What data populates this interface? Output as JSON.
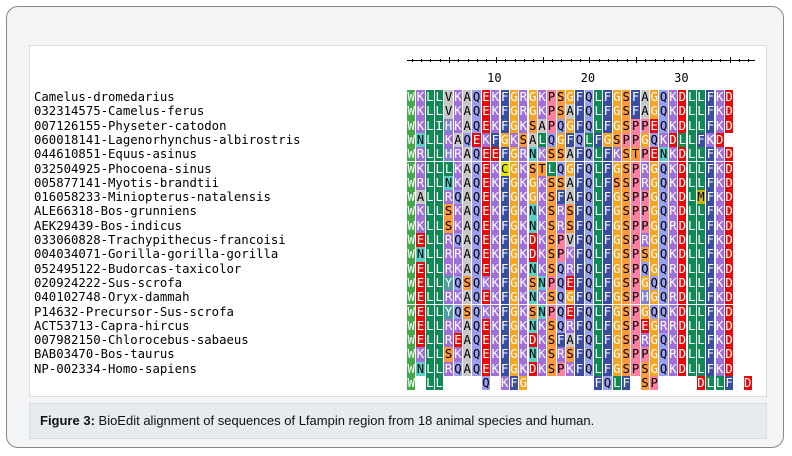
{
  "caption": {
    "label": "Figure 3:",
    "text": " BioEdit alignment of sequences of Lfampin region from 18 animal species and human."
  },
  "ruler": {
    "labels": [
      "10",
      "20",
      "30"
    ]
  },
  "sequences": [
    {
      "name": "Camelus-dromedarius",
      "seq": "WKLLVKAQEKFGRGKPSGFQLFGSFAGQKDLLFKD"
    },
    {
      "name": "032314575-Camelus-ferus",
      "seq": "WKLLVKAQEKFGRGKPSAFQLFGSFAGQKDLLFKD"
    },
    {
      "name": "007126155-Physeter-catodon",
      "seq": "WKLIHKAQEKFGKSAPQGFQLFGSPPEQKDLLFKD"
    },
    {
      "name": "060018141-Lagenorhynchus-albirostris",
      "seq": "WNLLKAQEKFGKSALQGFQLFGSPPGQKDLLFKD"
    },
    {
      "name": "044610851-Equus-asinus",
      "seq": "WRLLHRAQEEFGRNKSSAFQLFKSTPENKDLLFKD"
    },
    {
      "name": "032504925-Phocoena-sinus",
      "seq": "WKLLLKAQEKCGKSTLQGFQLFGSPRGQKDLLFKD"
    },
    {
      "name": "005877141-Myotis-brandtii",
      "seq": "WRLLNKAQEKFGKGKSSAFQLFSSPRGQKDLLFKD"
    },
    {
      "name": "016058233-Miniopterus-natalensis",
      "seq": "WALLRQAQEKFGKGKSFAFQLFGSPPGQKDLMFKD"
    },
    {
      "name": "ALE66318-Bos-grunniens",
      "seq": "WKLLSKAQEKFGKNKSRSFQLFGSPPGQRDLLFKD"
    },
    {
      "name": "AEK29439-Bos-indicus",
      "seq": "WKLLSKAQEKFGKNKSRSFQLFGSPPGQRDLLFKD"
    },
    {
      "name": "033060828-Trachypithecus-francoisi",
      "seq": "WELLRQAQEKFGKDKSPVFQLFGSPRGQKDLLFKD"
    },
    {
      "name": "004034071-Gorilla-gorilla-gorilla",
      "seq": "WNLLRRAQEKFGKDKSPKFQLFGSPSGQKDLLFKD"
    },
    {
      "name": "052495122-Budorcas-taxicolor",
      "seq": "WELLRKAQEKFGKNKSQRFQLFGSPQGQRDLLFKD"
    },
    {
      "name": "020924222-Sus-scrofa",
      "seq": "WELLYQSQKKFGKSNPQEFQLFGSPGQQKDLLFKD"
    },
    {
      "name": "040102748-Oryx-dammah",
      "seq": "WELLRKAQEKFGKNKSQGFQLFGSPHGQRDLLFKD"
    },
    {
      "name": "P14632-Precursor-Sus-scrofa",
      "seq": "WELLYQSQKKFGKSNPQEFQLFGSPGQQKDLLFKD"
    },
    {
      "name": "ACT53713-Capra-hircus",
      "seq": "WELLRKAQEKFGKNKSQRFQLFGSPEGRRDLLFKD"
    },
    {
      "name": "007982150-Chlorocebus-sabaeus",
      "seq": "WELLREAQEKFGKDKSFAFQLFGSPRGQKDLLFKD"
    },
    {
      "name": "BAB03470-Bos-taurus",
      "seq": "WKLLSKAQEKFGKNKSRSFQLFGSPPGQRDLLFKD"
    },
    {
      "name": "NP-002334-Homo-sapiens",
      "seq": "WNLLRQAQEKFGKDKSPKFQLFGSPSGQKDLLFKD"
    },
    {
      "name": "",
      "seq": "W LL    Q KFG       FQLF SP    DLLF D"
    }
  ],
  "residue_colors": {
    "A": "#c8c8c8",
    "V": "#c8c8c8",
    "L": "#0f8a55",
    "I": "#0f8a55",
    "M": "#c8b400",
    "F": "#3a4ea0",
    "W": "#45a848",
    "Y": "#4a9f9f",
    "C": "#e6e600",
    "G": "#f4a623",
    "P": "#ff7fa0",
    "S": "#ff9a3c",
    "T": "#ff9a3c",
    "N": "#58d0c8",
    "Q": "#9a9ff0",
    "D": "#e60a0a",
    "E": "#e60a0a",
    "K": "#a070d8",
    "R": "#a070d8",
    "H": "#8282d2"
  }
}
